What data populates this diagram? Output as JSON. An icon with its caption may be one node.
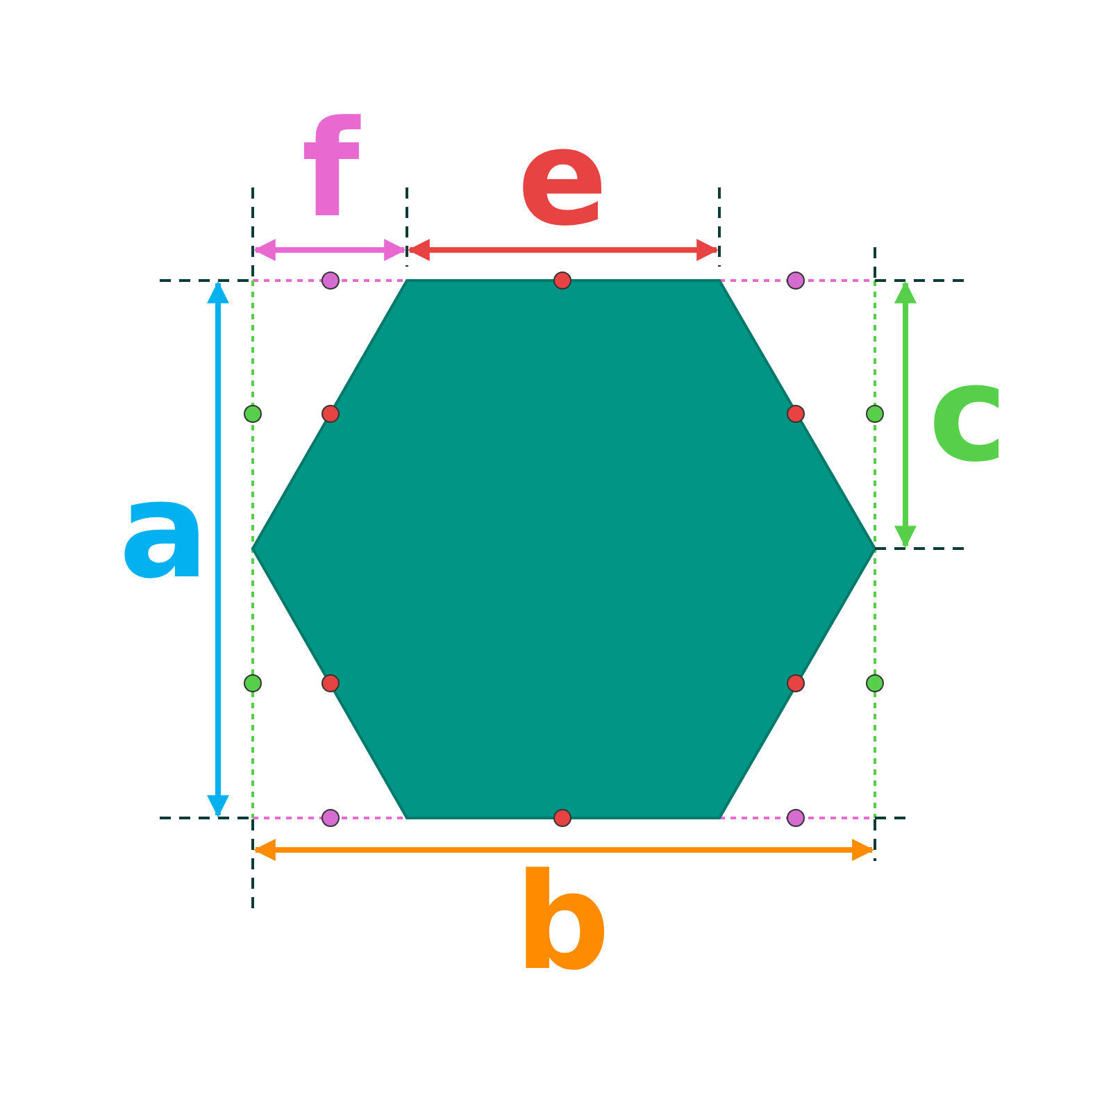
{
  "diagram": {
    "labels": [
      "f",
      "e",
      "a",
      "c",
      "b"
    ]
  }
}
